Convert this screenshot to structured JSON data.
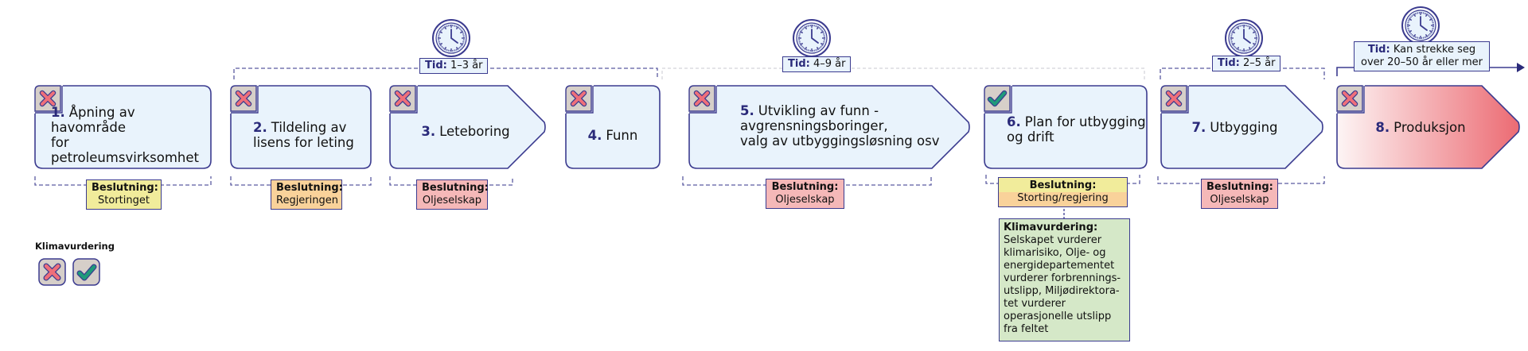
{
  "colors": {
    "stroke": "#3b3b8f",
    "box_fill": "#e9f3fc",
    "icon_bg": "#d6cfc9",
    "cross": "#ef6f7a",
    "check": "#1f9a7a",
    "yellow": "#f1ec9b",
    "orange": "#f9d29a",
    "pink": "#f5b8b8",
    "green_box": "#d5e8c8",
    "production_gradient_end": "#ec6b73"
  },
  "stages": [
    {
      "num": "1.",
      "text_lines": [
        "Åpning av havområde",
        "for petroleumsvirksomhet"
      ],
      "climate": "cross",
      "decision_label": "Beslutning:",
      "decision_by": "Stortinget",
      "decision_color": "yellow"
    },
    {
      "num": "2.",
      "text_lines": [
        "Tildeling av",
        "lisens for leting"
      ],
      "climate": "cross",
      "decision_label": "Beslutning:",
      "decision_by": "Regjeringen",
      "decision_color": "orange"
    },
    {
      "num": "3.",
      "text_lines": [
        "Leteboring"
      ],
      "climate": "cross",
      "decision_label": "Beslutning:",
      "decision_by": "Oljeselskap",
      "decision_color": "pink"
    },
    {
      "num": "4.",
      "text_lines": [
        "Funn"
      ],
      "climate": "cross"
    },
    {
      "num": "5.",
      "text_lines": [
        "Utvikling av funn -",
        "avgrensningsboringer,",
        "valg av utbyggingsløsning osv"
      ],
      "climate": "cross",
      "decision_label": "Beslutning:",
      "decision_by": "Oljeselskap",
      "decision_color": "pink"
    },
    {
      "num": "6.",
      "text_lines": [
        "Plan for utbygging",
        "og drift"
      ],
      "climate": "check",
      "decision_label": "Beslutning:",
      "decision_by": "Storting/regjering",
      "decision_color": "yellow-orange"
    },
    {
      "num": "7.",
      "text_lines": [
        "Utbygging"
      ],
      "climate": "cross",
      "decision_label": "Beslutning:",
      "decision_by": "Oljeselskap",
      "decision_color": "pink"
    },
    {
      "num": "8.",
      "text_lines": [
        "Produksjon"
      ],
      "climate": "cross"
    }
  ],
  "durations": [
    {
      "key": "Tid:",
      "value": "1–3 år"
    },
    {
      "key": "Tid:",
      "value": "4–9 år"
    },
    {
      "key": "Tid:",
      "value": "2–5 år"
    },
    {
      "key": "Tid:",
      "value_lines": [
        "Kan strekke seg",
        "over 20–50 år eller mer"
      ]
    }
  ],
  "climate_note": {
    "heading": "Klimavurdering:",
    "lines": [
      "Selskapet vurderer",
      "klimarisiko, Olje- og",
      "energidepartementet",
      "vurderer forbrennings-",
      "utslipp, Miljødirektora-",
      "tet vurderer",
      "operasjonelle utslipp",
      "fra feltet"
    ]
  },
  "legend": {
    "title": "Klimavurdering",
    "items": [
      {
        "icon": "cross-icon"
      },
      {
        "icon": "check-icon"
      }
    ]
  }
}
